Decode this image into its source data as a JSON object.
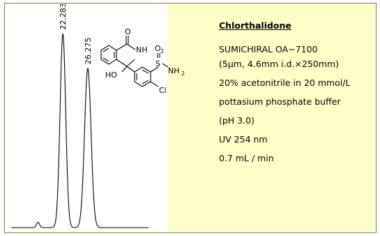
{
  "compound_name": "Chlorthalidone",
  "conditions": [
    "SUMICHIRAL OA−7100",
    "(5μm, 4.6mm i.d.×250mm)",
    "20% acetonitrile in 20 mmol/L",
    "pottasium phosphate buffer",
    "(pH 3.0)",
    "UV 254 nm",
    "0.7 mL / min"
  ],
  "structure_labels": {
    "carbonyl_o": "O",
    "nh": "NH",
    "ho": "HO",
    "cl": "Cl",
    "s": "S",
    "o2_o": "O",
    "o2_sub": "2",
    "nh2_n": "NH",
    "nh2_sub": "2"
  },
  "colors": {
    "panel_background": "#ffffc8",
    "chart_background": "#ffffff",
    "trace": "#000000"
  },
  "chart_data": {
    "type": "line",
    "title": "",
    "xlabel": "",
    "ylabel": "",
    "x_unit": "min",
    "xlim": [
      14,
      36
    ],
    "ylim": [
      0,
      1
    ],
    "grid": false,
    "peaks": [
      {
        "label": "22.283",
        "rt": 22.283,
        "height": 0.9,
        "width": 0.45
      },
      {
        "label": "26.275",
        "rt": 26.275,
        "height": 0.74,
        "width": 0.52
      }
    ],
    "minor_peaks": [
      {
        "rt": 18.3,
        "height": 0.025,
        "width": 0.25
      }
    ],
    "baseline": 0.0
  }
}
